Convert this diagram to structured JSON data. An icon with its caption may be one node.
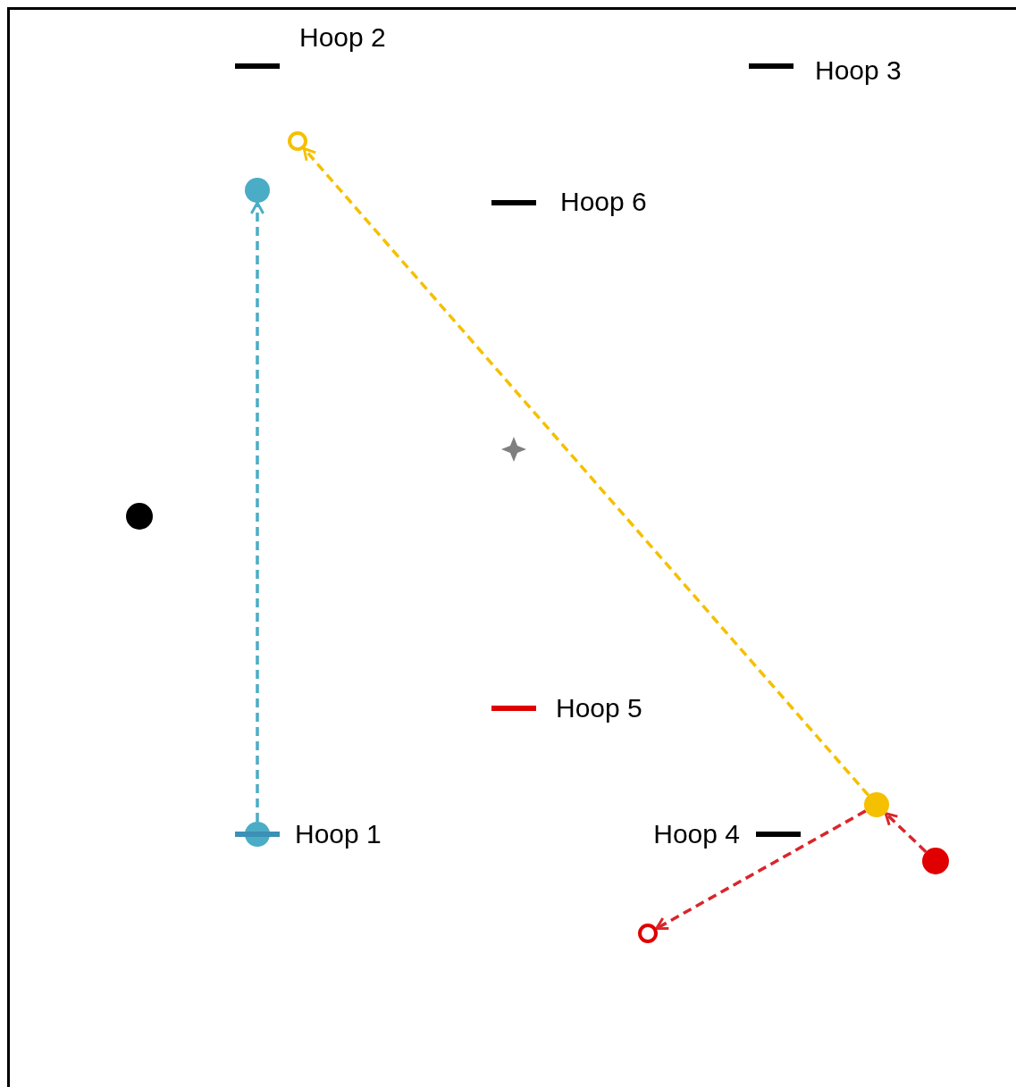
{
  "diagram": {
    "nodes": [
      {
        "text": [],
        "shape": "bar",
        "beside": [
          "Hoop 2"
        ]
      },
      {
        "text": [],
        "shape": "bar",
        "beside": [
          "Hoop 3"
        ]
      },
      {
        "text": [],
        "shape": "ring"
      },
      {
        "text": [],
        "shape": "circle"
      },
      {
        "text": [],
        "shape": "bar",
        "beside": [
          "Hoop 6"
        ]
      },
      {
        "text": [],
        "shape": "star"
      },
      {
        "text": [],
        "shape": "circle"
      },
      {
        "text": [],
        "shape": "bar",
        "beside": [
          "Hoop 5"
        ]
      },
      {
        "text": [],
        "shape": "circle"
      },
      {
        "text": [],
        "shape": "bar",
        "beside": [
          "Hoop 1"
        ]
      },
      {
        "text": [],
        "shape": "circle"
      },
      {
        "text": [],
        "shape": "bar",
        "beside": [
          "Hoop 4"
        ]
      },
      {
        "text": [],
        "shape": "circle"
      },
      {
        "text": [],
        "shape": "ring"
      }
    ],
    "edges": [
      {
        "from": 10,
        "to": 3,
        "arrow": "to",
        "style": "dashed",
        "color": "#4bacc6"
      },
      {
        "from": 8,
        "to": 2,
        "arrow": "to",
        "style": "dashed",
        "color": "#f5c000"
      },
      {
        "from": 12,
        "to": 8,
        "arrow": "to",
        "style": "dashed",
        "color": "#d9262b"
      },
      {
        "from": 8,
        "to": 13,
        "arrow": "to",
        "style": "dashed",
        "color": "#d9262b"
      }
    ]
  }
}
